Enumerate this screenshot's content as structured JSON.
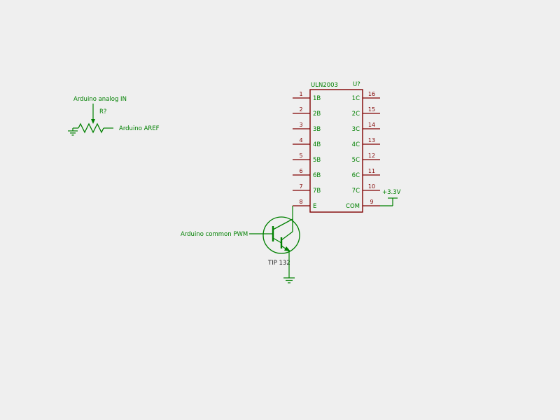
{
  "canvas": {
    "background": "#efefef"
  },
  "colors": {
    "wire_green": "#008000",
    "pin_maroon": "#800000",
    "label_black": "#1a1a1a"
  },
  "net_labels": {
    "analog_in": "Arduino analog IN",
    "aref": "Arduino AREF",
    "common_pwm": "Arduino common PWM",
    "power_rail": "+3.3V"
  },
  "components": {
    "potentiometer": {
      "ref": "R?"
    },
    "transistor": {
      "value": "TIP 132"
    },
    "ic": {
      "name": "ULN2003",
      "ref": "U?",
      "pins_left": [
        {
          "num": "1",
          "name": "1B"
        },
        {
          "num": "2",
          "name": "2B"
        },
        {
          "num": "3",
          "name": "3B"
        },
        {
          "num": "4",
          "name": "4B"
        },
        {
          "num": "5",
          "name": "5B"
        },
        {
          "num": "6",
          "name": "6B"
        },
        {
          "num": "7",
          "name": "7B"
        },
        {
          "num": "8",
          "name": "E"
        }
      ],
      "pins_right": [
        {
          "num": "16",
          "name": "1C"
        },
        {
          "num": "15",
          "name": "2C"
        },
        {
          "num": "14",
          "name": "3C"
        },
        {
          "num": "13",
          "name": "4C"
        },
        {
          "num": "12",
          "name": "5C"
        },
        {
          "num": "11",
          "name": "6C"
        },
        {
          "num": "10",
          "name": "7C"
        },
        {
          "num": "9",
          "name": "COM"
        }
      ]
    }
  }
}
